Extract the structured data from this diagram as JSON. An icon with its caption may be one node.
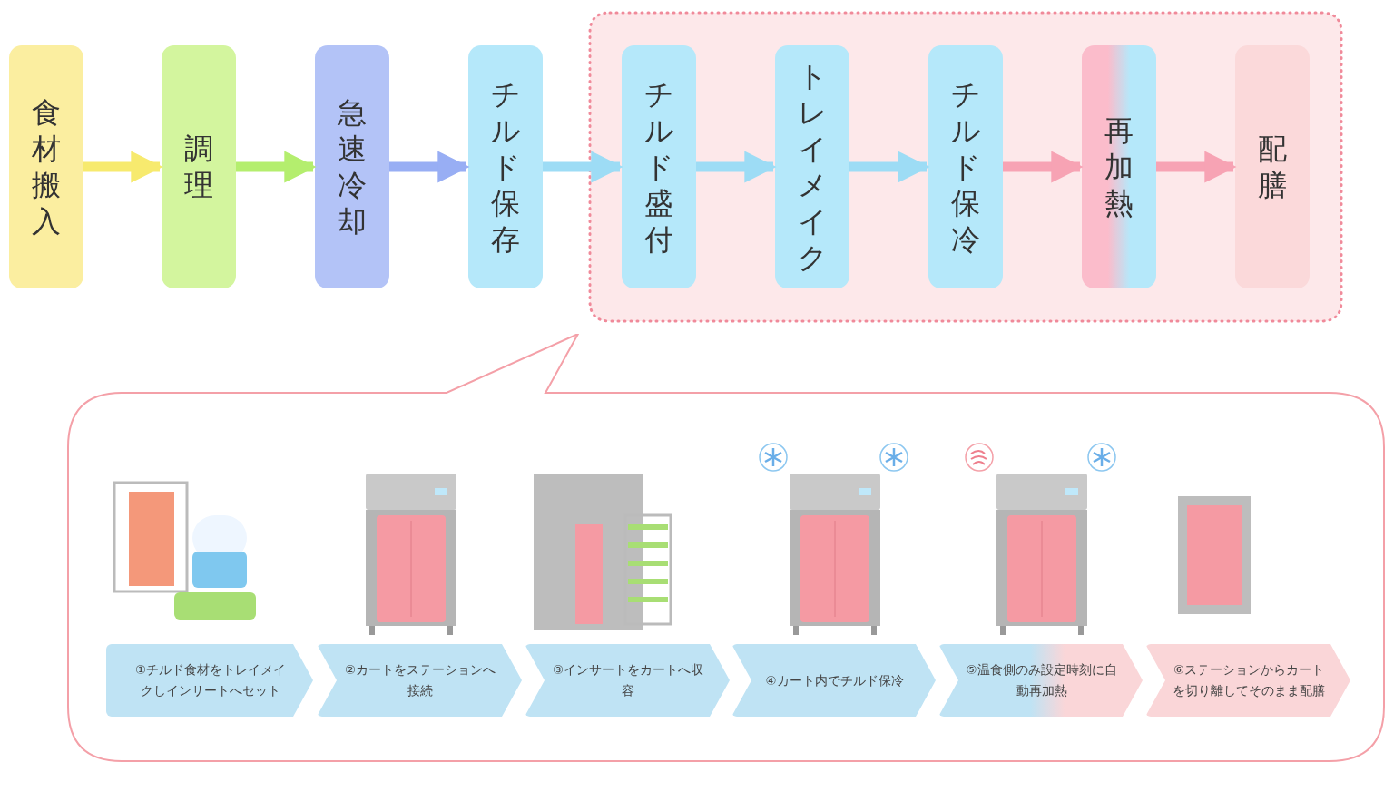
{
  "diagram": {
    "nodes": [
      {
        "text": [
          "食材搬入"
        ]
      },
      {
        "text": [
          "調理"
        ]
      },
      {
        "text": [
          "急速冷却"
        ]
      },
      {
        "text": [
          "チルド保存"
        ]
      },
      {
        "text": [],
        "shape": "box"
      },
      {
        "text": [
          "チルド盛付"
        ],
        "in": 4
      },
      {
        "text": [
          "トレイメイク"
        ],
        "in": 4
      },
      {
        "text": [
          "チルド保冷"
        ],
        "in": 4
      },
      {
        "text": [
          "再加熱"
        ],
        "in": 4
      },
      {
        "text": [
          "配膳"
        ],
        "in": 4
      },
      {
        "text": [],
        "shape": "box"
      },
      {
        "text": [
          "①チルド食材をトレイメイクしインサートへセット"
        ],
        "in": 10
      },
      {
        "text": [
          "②カートをステーションへ接続"
        ],
        "in": 10
      },
      {
        "text": [
          "③インサートをカートへ収容"
        ],
        "in": 10
      },
      {
        "text": [
          "④カート内でチルド保冷"
        ],
        "in": 10
      },
      {
        "text": [
          "⑤温食側のみ設定時刻に自動再加熱"
        ],
        "in": 10
      },
      {
        "text": [
          "⑥ステーションからカートを切り離してそのまま配膳"
        ],
        "in": 10
      }
    ],
    "edges": [
      {
        "from": 0,
        "to": 1,
        "arrow": "to",
        "color": "#f7ea6e"
      },
      {
        "from": 1,
        "to": 2,
        "arrow": "to",
        "color": "#b4ee6e"
      },
      {
        "from": 2,
        "to": 3,
        "arrow": "to",
        "color": "#98aef4"
      },
      {
        "from": 3,
        "to": 5,
        "arrow": "to"
      },
      {
        "from": 5,
        "to": 6,
        "arrow": "to"
      },
      {
        "from": 6,
        "to": 7,
        "arrow": "to"
      },
      {
        "from": 7,
        "to": 8,
        "arrow": "to",
        "color": "#f7a3b4"
      },
      {
        "from": 8,
        "to": 9,
        "arrow": "to",
        "color": "#f7a3b4"
      }
    ]
  }
}
